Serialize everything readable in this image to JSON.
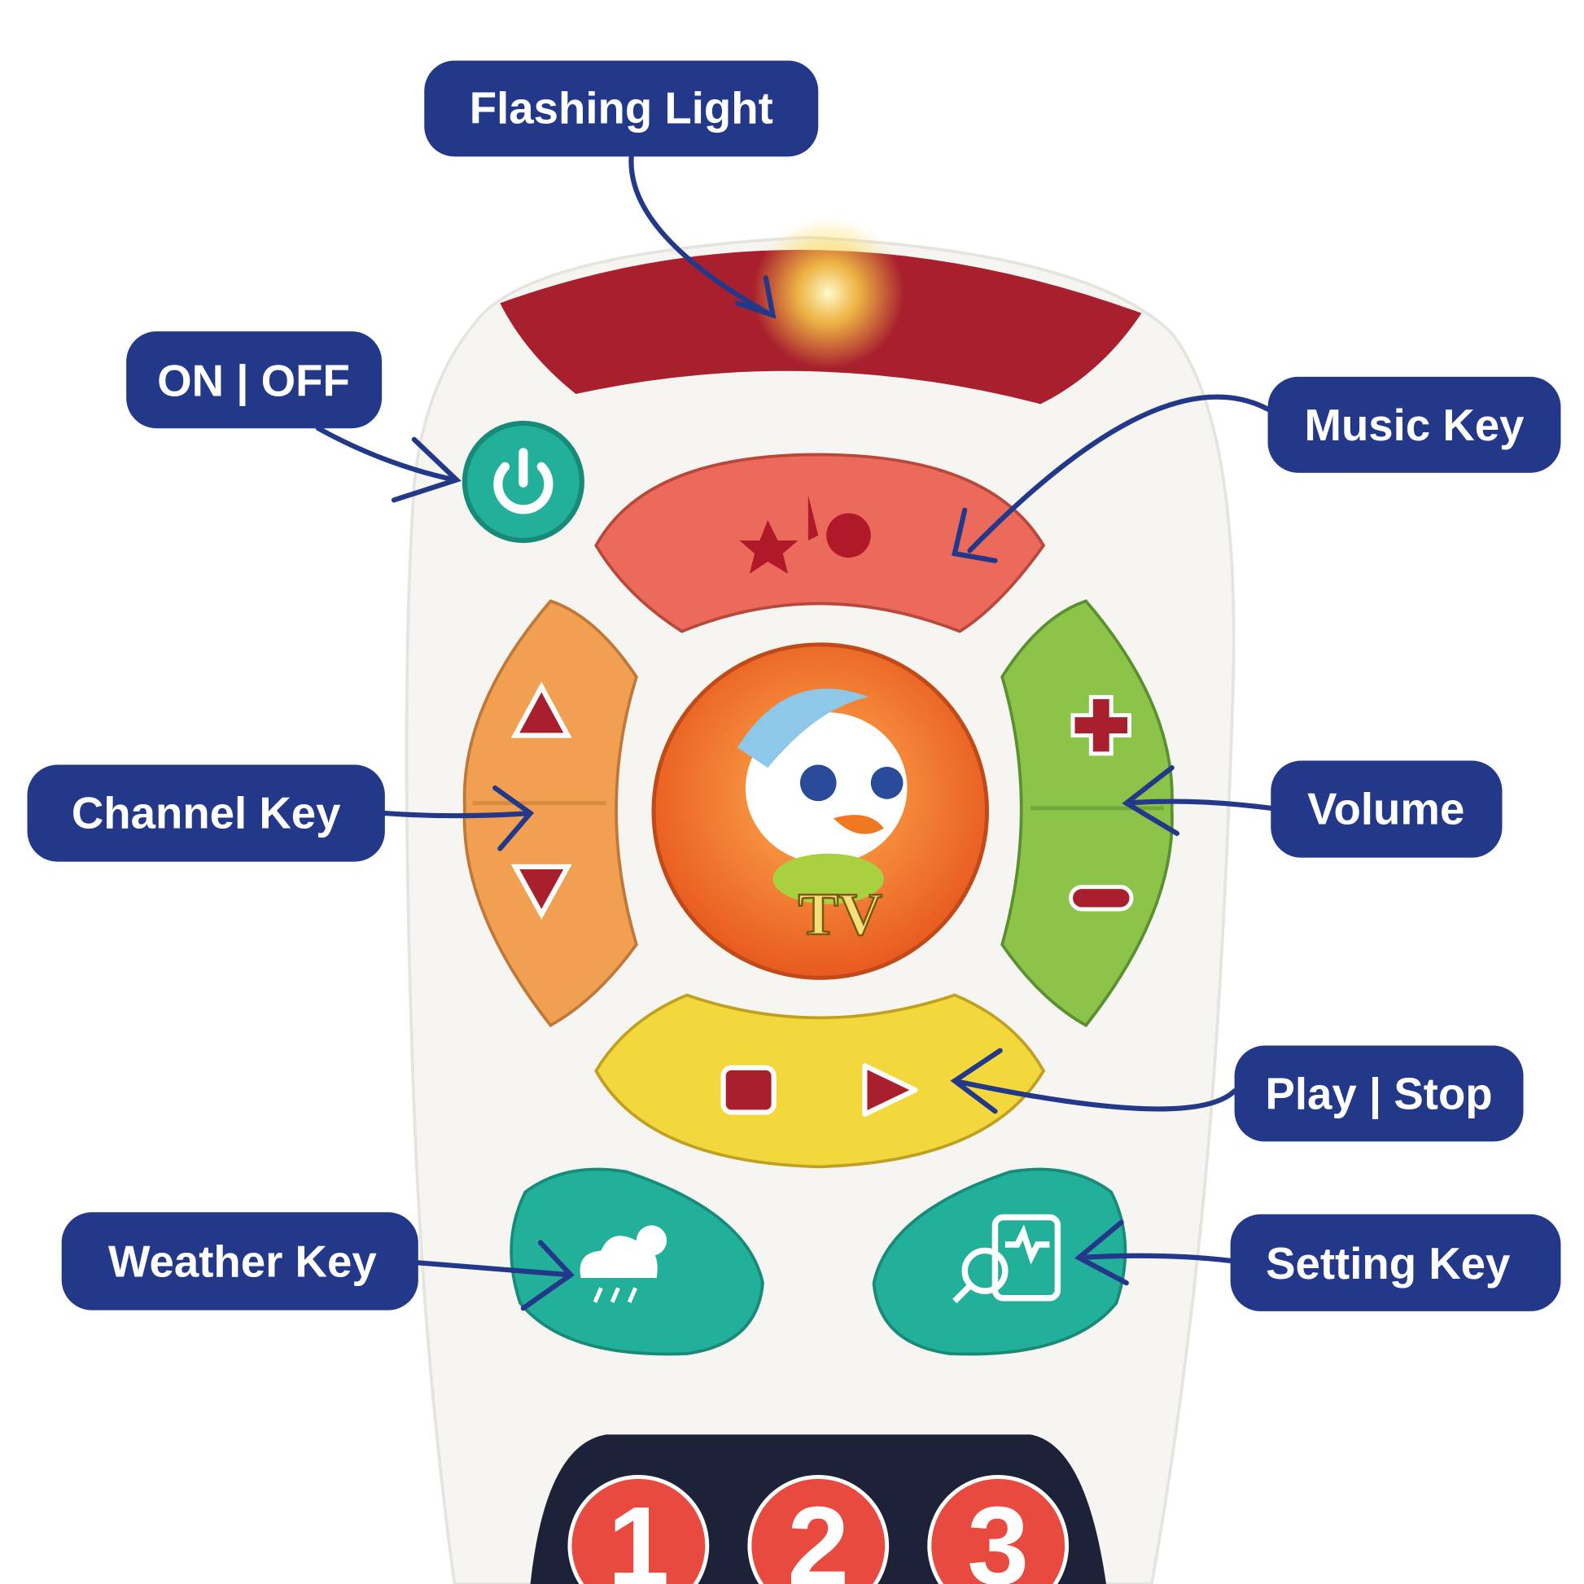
{
  "labels": {
    "flashing_light": "Flashing Light",
    "on_off": "ON | OFF",
    "music_key": "Music Key",
    "channel_key": "Channel Key",
    "volume": "Volume",
    "play_stop": "Play | Stop",
    "weather_key": "Weather Key",
    "setting_key": "Setting Key"
  },
  "remote": {
    "center_logo_text": "TV",
    "number_keys": [
      "1",
      "2",
      "3"
    ]
  },
  "colors": {
    "label_bg": "#24388a",
    "light_bar": "#a8202e",
    "music": "#ec6a5c",
    "channel": "#f0a050",
    "volume": "#8cc44a",
    "play": "#f2d83c",
    "teal": "#22b09a"
  }
}
